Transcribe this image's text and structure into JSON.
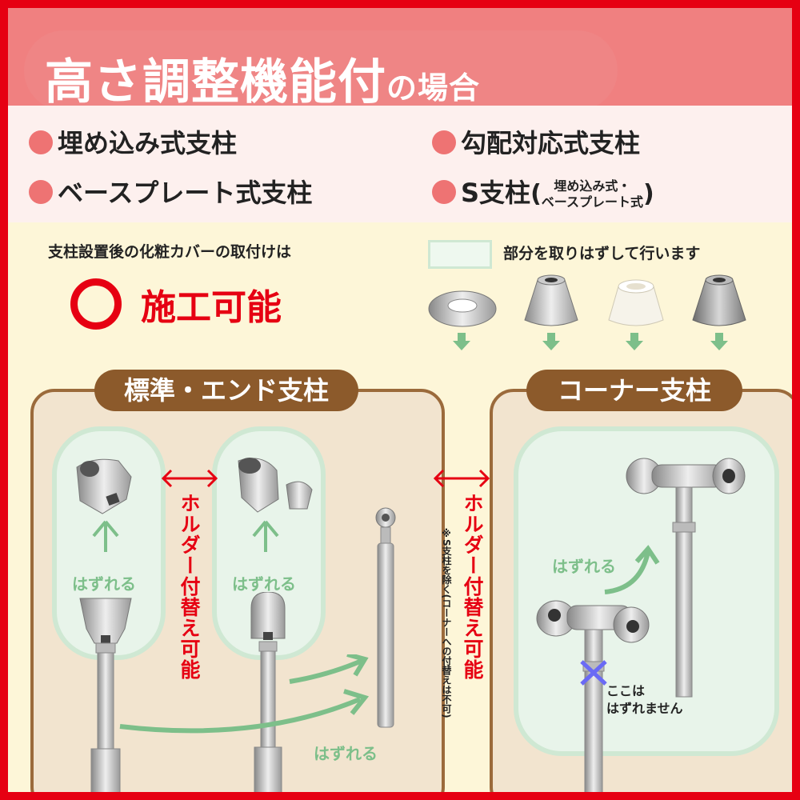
{
  "header": {
    "title_main": "高さ調整機能付",
    "title_suffix": "の場合"
  },
  "types": [
    {
      "label": "埋め込み式支柱"
    },
    {
      "label": "ベースプレート式支柱"
    },
    {
      "label": "勾配対応式支柱"
    },
    {
      "label": "S支柱",
      "paren_line1": "埋め込み式・",
      "paren_line2": "ベースプレート式"
    }
  ],
  "notes": {
    "left": "支柱設置後の化粧カバーの取付けは",
    "ok_text": "施工可能",
    "right": "部分を取りはずして行います"
  },
  "sections": {
    "left_label": "標準・エンド支柱",
    "right_label": "コーナー支柱"
  },
  "labels": {
    "hazureru": "はずれる",
    "holder": "ホルダー付替え可能",
    "holder_note": "※S支柱を除く(コーナーへの付替えは不可)",
    "cannot_1": "ここは",
    "cannot_2": "はずれません"
  },
  "colors": {
    "frame": "#e60012",
    "header": "#f08080",
    "accent_red": "#e60012",
    "green": "#7dbf8a",
    "brown": "#8c5a2b"
  }
}
